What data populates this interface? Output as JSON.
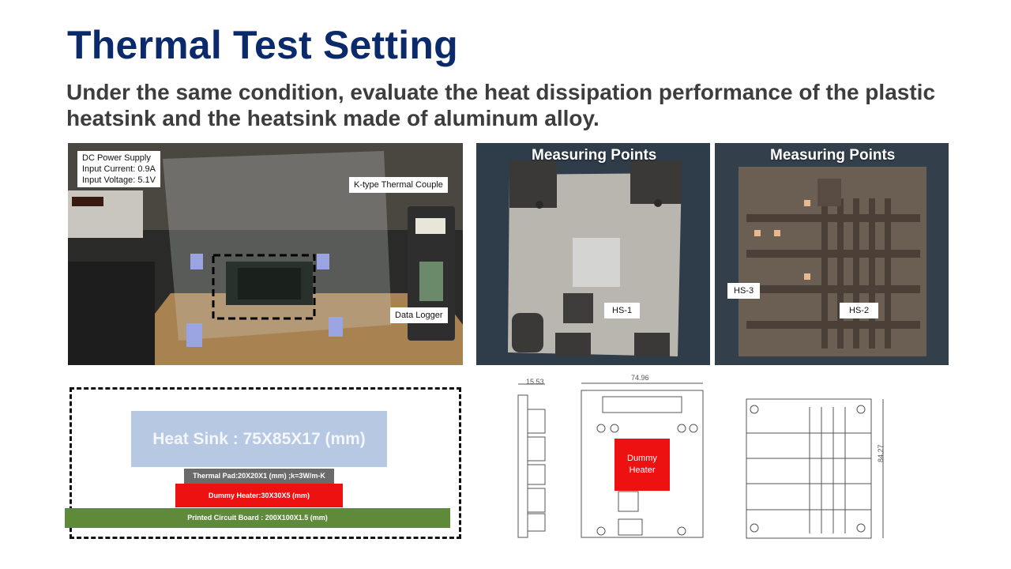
{
  "title": "Thermal Test Setting",
  "subtitle": "Under the same condition, evaluate the heat dissipation performance of the plastic heatsink and the  heatsink made of aluminum alloy.",
  "photo_setup": {
    "power_supply": [
      "DC Power Supply",
      "Input Current: 0.9A",
      "Input Voltage: 5.1V"
    ],
    "thermocouple": "K-type Thermal Couple",
    "logger": "Data Logger"
  },
  "photo_aluminum": {
    "heading": "Measuring Points",
    "point": "HS-1"
  },
  "photo_plastic": {
    "heading": "Measuring Points",
    "point_left": "HS-3",
    "point_right": "HS-2"
  },
  "stack": {
    "heat_sink": "Heat Sink : 75X85X17 (mm)",
    "thermal_pad": "Thermal Pad:20X20X1 (mm) ;k=3W/m-K",
    "dummy_heater": "Dummy Heater:30X30X5 (mm)",
    "pcb": "Printed Circuit Board : 200X100X1.5 (mm)"
  },
  "drawing": {
    "side_dim": "15.53",
    "width_dim": "74.96",
    "height_dim": "84.27",
    "heater_label_1": "Dummy",
    "heater_label_2": "Heater"
  },
  "colors": {
    "title": "#0b2a6b",
    "heater": "#ee1111",
    "pcb": "#5e8a3a",
    "heat_sink": "#b7c8e2"
  }
}
